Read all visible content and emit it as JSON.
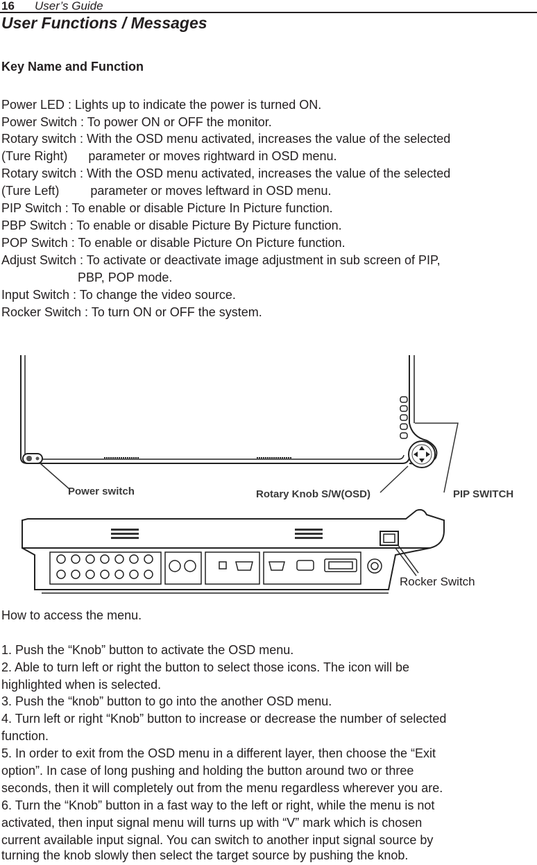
{
  "header": {
    "page_number": "16",
    "guide_title": "User’s Guide"
  },
  "section_title": "User Functions / Messages",
  "key_heading": "Key Name and Function",
  "key_lines": [
    "Power LED : Lights up to indicate the power is turned ON.",
    "Power Switch : To power ON or OFF the monitor.",
    "Rotary switch : With the OSD menu activated, increases the value of the selected",
    "(Ture Right)      parameter or moves rightward in OSD menu.",
    "Rotary switch : With the OSD menu activated, increases the value of the selected",
    "(Ture Left)         parameter or moves leftward in OSD menu.",
    "PIP Switch : To enable or disable Picture In Picture function.",
    "PBP Switch : To enable or disable Picture By Picture function.",
    "POP Switch : To enable or disable Picture On Picture function.",
    "Adjust Switch : To activate or deactivate image adjustment in sub screen of PIP,",
    "                      PBP, POP mode.",
    "Input Switch : To change the video source.",
    "Rocker Switch : To turn ON or OFF the system."
  ],
  "figure": {
    "power_switch_label": "Power switch",
    "rotary_knob_label": "Rotary Knob S/W(OSD)",
    "pip_switch_label": "PIP SWITCH",
    "rocker_switch_label": "Rocker Switch"
  },
  "menu_heading": "How to access the menu.",
  "menu_lines": [
    "1. Push the “Knob” button to activate the OSD menu.",
    "2. Able to turn left or right the button to select those icons. The icon will be",
    "highlighted when is selected.",
    "3. Push the “knob” button to go into the another OSD menu.",
    "4. Turn left or right “Knob” button to increase or decrease the number of selected",
    "function.",
    "5. In order to exit from the OSD menu in a different layer, then choose the “Exit",
    "option”. In case of long pushing and holding the button around two or three",
    "seconds, then it will completely out from the menu regardless wherever you are.",
    "6. Turn the “Knob” button in a fast way to the left or right, while the menu is not",
    "activated, then input signal menu will turns up with “V” mark which is chosen",
    "current available input signal. You can switch to another input signal source by",
    "turning the knob slowly then select the target source by pushing the knob."
  ]
}
